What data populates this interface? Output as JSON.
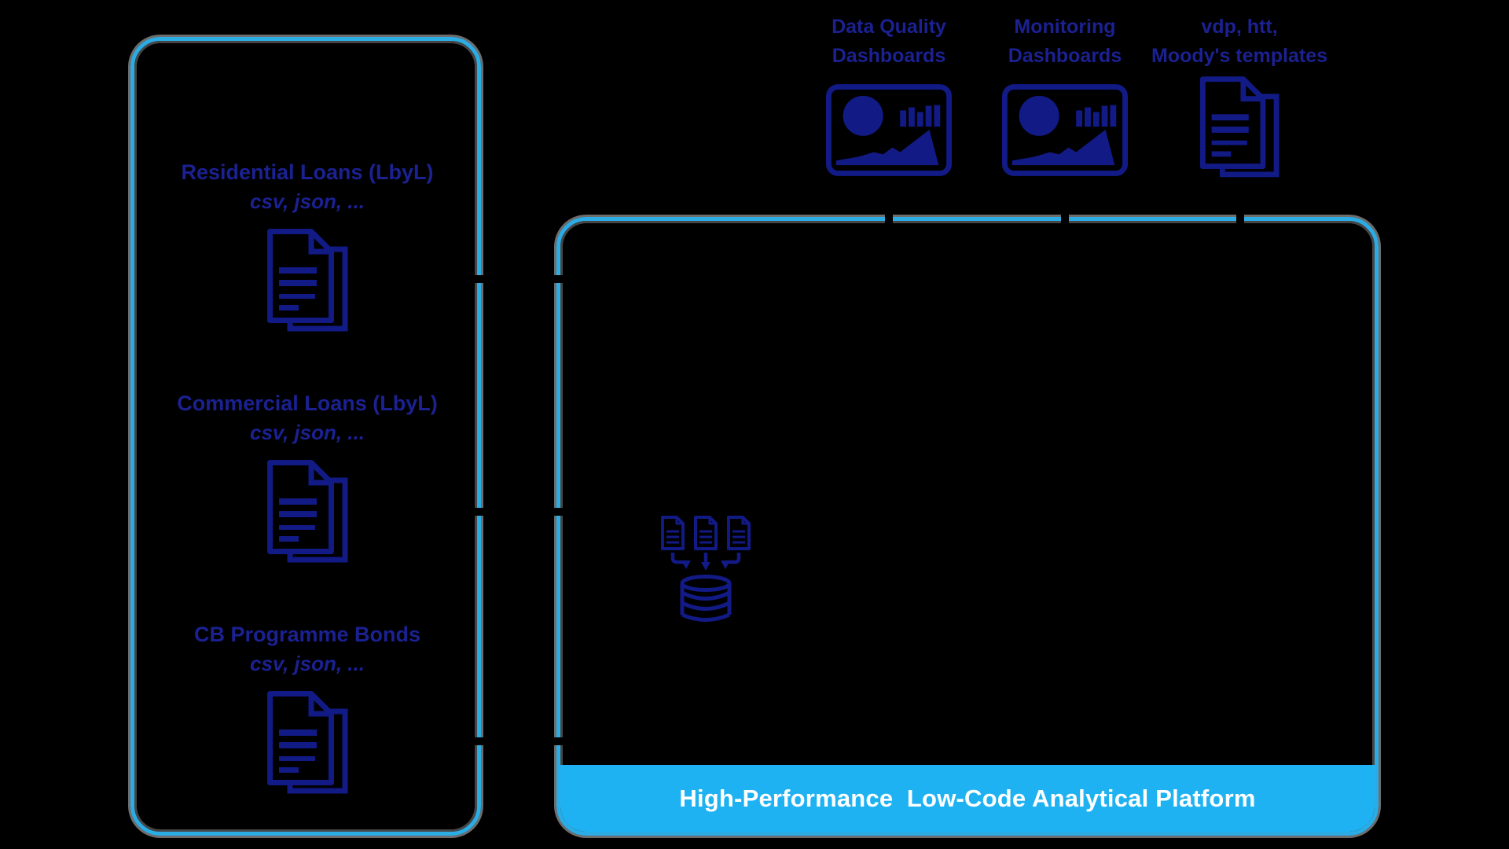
{
  "diagram": {
    "background": "#000000",
    "colors": {
      "icon_navy": "#121A86",
      "text_navy": "#1B2191",
      "panel_border_blue": "#2BACE5",
      "banner_blue": "#1FB2F2",
      "glow_gray": "#808080",
      "banner_text_color": "#FFFFFF"
    },
    "left_panel": {
      "items": [
        {
          "title": "Residential Loans (LbyL)",
          "subtitle": "csv, json, ...",
          "icon": "documents-icon"
        },
        {
          "title": "Commercial Loans (LbyL)",
          "subtitle": "csv, json, ...",
          "icon": "documents-icon"
        },
        {
          "title": "CB Programme Bonds",
          "subtitle": "csv, json, ...",
          "icon": "documents-icon"
        }
      ]
    },
    "outputs": [
      {
        "line1": "Data Quality",
        "line2": "Dashboards",
        "icon": "dashboard-icon"
      },
      {
        "line1": "Monitoring",
        "line2": "Dashboards",
        "icon": "dashboard-icon"
      },
      {
        "line1": "vdp, htt,",
        "line2": "Moody's templates",
        "icon": "documents-icon"
      }
    ],
    "platform": {
      "banner": "High-Performance  Low-Code Analytical Platform",
      "icon": "database-ingestion-icon"
    }
  }
}
